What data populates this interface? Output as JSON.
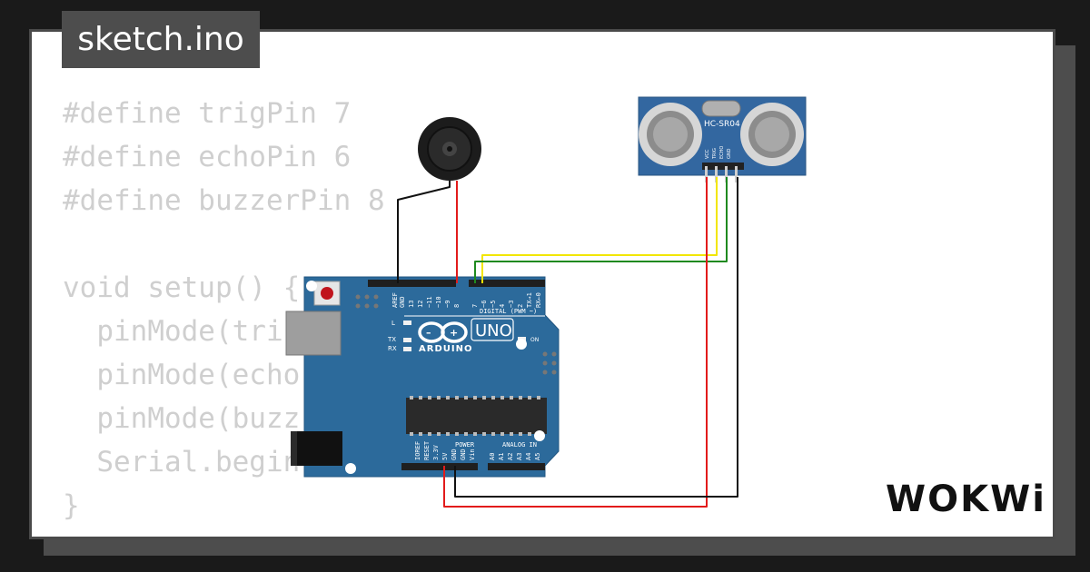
{
  "tab": {
    "title": "sketch.ino"
  },
  "code_lines": [
    "#define trigPin 7",
    "#define echoPin 6",
    "#define buzzerPin 8",
    "",
    "void setup() {",
    "  pinMode(tri",
    "  pinMode(echo",
    "  pinMode(buzz",
    "  Serial.begin",
    "}"
  ],
  "sensor": {
    "label": "HC-SR04",
    "pins": [
      "VCC",
      "TRIG",
      "ECHO",
      "GND"
    ]
  },
  "arduino": {
    "brand": "ARDUINO",
    "model": "UNO",
    "digital_header": "DIGITAL (PWM ~)",
    "digital_pins": [
      "AREF",
      "GND",
      "13",
      "12",
      "~11",
      "~10",
      "~9",
      "8",
      "7",
      "~6",
      "~5",
      "4",
      "~3",
      "2",
      "TX→1",
      "RX←0"
    ],
    "led_l": "L",
    "led_tx": "TX",
    "led_rx": "RX",
    "on_label": "ON",
    "power_header": "POWER",
    "power_pins": [
      "IOREF",
      "RESET",
      "3.3V",
      "5V",
      "GND",
      "GND",
      "Vin"
    ],
    "analog_header": "ANALOG IN",
    "analog_pins": [
      "A0",
      "A1",
      "A2",
      "A3",
      "A4",
      "A5"
    ]
  },
  "brand_logo": "WOKWi",
  "colors": {
    "board": "#2c6a9b",
    "sensor": "#3367a0",
    "wire_red": "#e21b1b",
    "wire_black": "#111111",
    "wire_yellow": "#f2e600",
    "wire_green": "#1f8a1f"
  }
}
